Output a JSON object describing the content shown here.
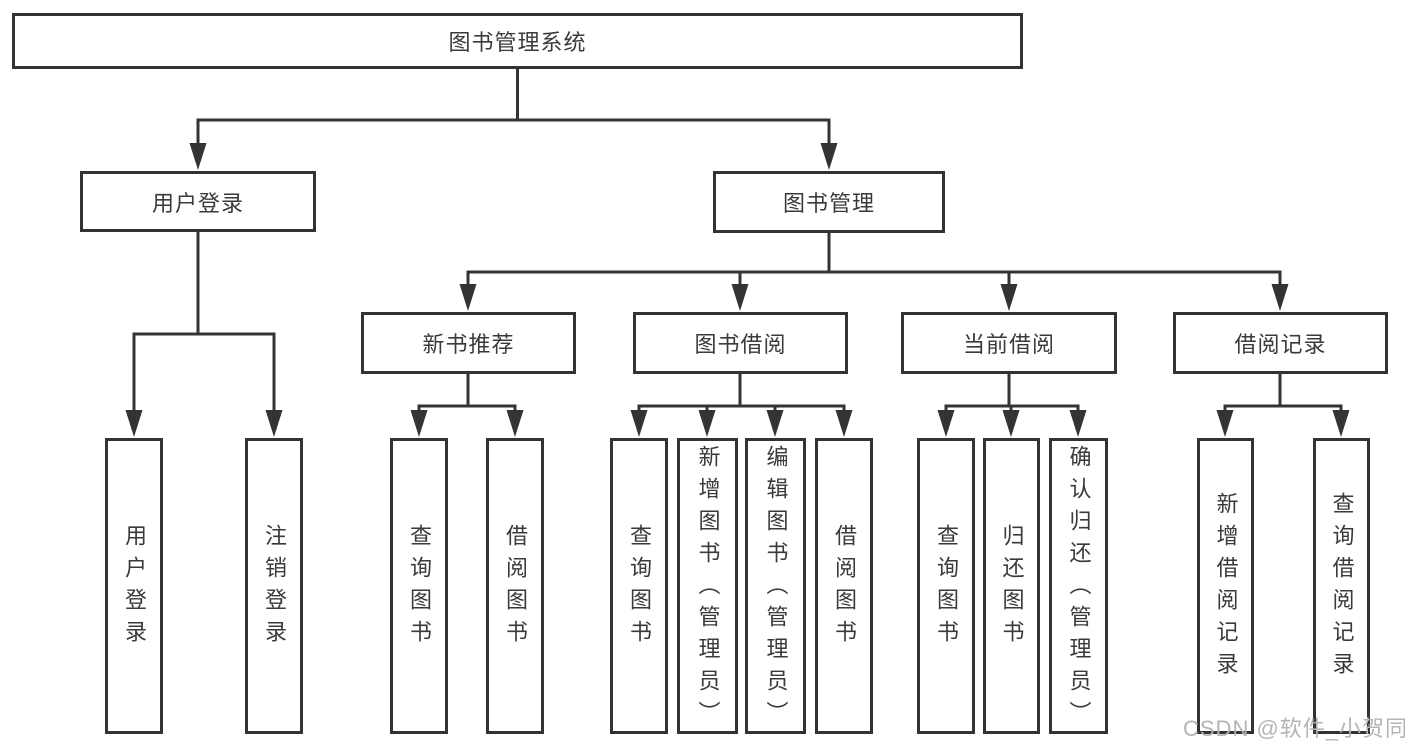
{
  "colors": {
    "line": "#333333",
    "text": "#3a3a3a",
    "watermark": "#b4b4b4",
    "background": "#ffffff"
  },
  "watermark": {
    "text": "CSDN @软件_小贺同学"
  },
  "tree": {
    "label": "图书管理系统",
    "children": [
      {
        "label": "用户登录",
        "children": [
          {
            "label": "用户登录"
          },
          {
            "label": "注销登录"
          }
        ]
      },
      {
        "label": "图书管理",
        "children": [
          {
            "label": "新书推荐",
            "children": [
              {
                "label": "查询图书"
              },
              {
                "label": "借阅图书"
              }
            ]
          },
          {
            "label": "图书借阅",
            "children": [
              {
                "label": "查询图书"
              },
              {
                "label": "新增图书（管理员）"
              },
              {
                "label": "编辑图书（管理员）"
              },
              {
                "label": "借阅图书"
              }
            ]
          },
          {
            "label": "当前借阅",
            "children": [
              {
                "label": "查询图书"
              },
              {
                "label": "归还图书"
              },
              {
                "label": "确认归还（管理员）"
              }
            ]
          },
          {
            "label": "借阅记录",
            "children": [
              {
                "label": "新增借阅记录"
              },
              {
                "label": "查询借阅记录"
              }
            ]
          }
        ]
      }
    ]
  }
}
